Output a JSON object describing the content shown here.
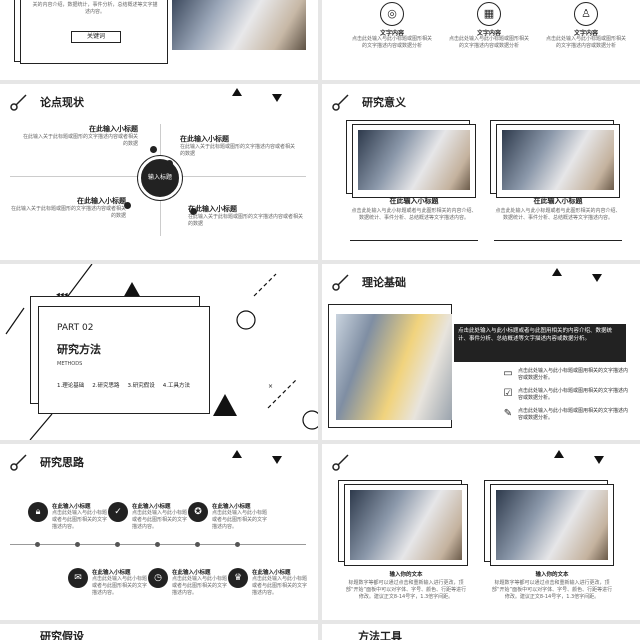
{
  "s1": {
    "text": "文字描述内容。点击此处输入与此小标题或者与此图用相关的内容介绍，数据统计，事件分析，总结概述等文字描述内容。",
    "button": "关键词"
  },
  "s2": {
    "items": [
      {
        "icon": "compass-icon",
        "title": "文字内容",
        "desc": "点击此处输入与此小标题或图形相关的文字描述内容或数据分析"
      },
      {
        "icon": "chart-icon",
        "title": "文字内容",
        "desc": "点击此处输入与此小标题或图形相关的文字描述内容或数据分析"
      },
      {
        "icon": "person-icon",
        "title": "文字内容",
        "desc": "点击此处输入与此小标题或图形相关的文字描述内容或数据分析"
      }
    ]
  },
  "s3": {
    "title": "论点现状",
    "center": "输入标题",
    "items": [
      {
        "title": "在此输入小标题",
        "desc": "在此输入关于此标题或图形的文字描述内容或者相关的数据"
      },
      {
        "title": "在此输入小标题",
        "desc": "在此输入关于此标题或图形的文字描述内容或者相关的数据"
      },
      {
        "title": "在此输入小标题",
        "desc": "在此输入关于此标题或图形的文字描述内容或者相关的数据"
      },
      {
        "title": "在此输入小标题",
        "desc": "在此输入关于此标题或图形的文字描述内容或者相关的数据"
      }
    ]
  },
  "s4": {
    "title": "研究意义",
    "cards": [
      {
        "title": "在此输入小标题",
        "desc": "点击此处输入与此小标题或者与此图形相关的内容介绍、数据统计、事件分析、总结概述等文字描述内容。"
      },
      {
        "title": "在此输入小标题",
        "desc": "点击此处输入与此小标题或者与此图形相关的内容介绍、数据统计、事件分析、总结概述等文字描述内容。"
      }
    ]
  },
  "s5": {
    "part": "PART 02",
    "title": "研究方法",
    "en": "METHODS",
    "items": [
      "1.理论基础",
      "2.研究思路",
      "3.研究假设",
      "4.工具方法"
    ]
  },
  "s6": {
    "title": "理论基础",
    "box": "点击此处输入与此小标题或者与此图用相关的内容介绍、数据统计、事件分析、总结概述等文字描述内容或数据分析。",
    "items": [
      {
        "icon": "monitor-icon",
        "text": "点击此处输入与此小标题或图用相关的文字描述内容或数据分析。"
      },
      {
        "icon": "checklist-icon",
        "text": "点击此处输入与此小标题或图用相关的文字描述内容或数据分析。"
      },
      {
        "icon": "pencil-icon",
        "text": "点击此处输入与此小标题或图用相关的文字描述内容或数据分析。"
      }
    ]
  },
  "s7": {
    "title": "研究思路",
    "top": [
      {
        "icon": "lock-icon",
        "title": "在此输入小标题",
        "desc": "点击此处输入与此小标题或者与此图形相关的文字描述内容。"
      },
      {
        "icon": "check-icon",
        "title": "在此输入小标题",
        "desc": "点击此处输入与此小标题或者与此图形相关的文字描述内容。"
      },
      {
        "icon": "badge-icon",
        "title": "在此输入小标题",
        "desc": "点击此处输入与此小标题或者与此图形相关的文字描述内容。"
      }
    ],
    "bottom": [
      {
        "icon": "chat-icon",
        "title": "在此输入小标题",
        "desc": "点击此处输入与此小标题或者与此图形相关的文字描述内容。"
      },
      {
        "icon": "stopwatch-icon",
        "title": "在此输入小标题",
        "desc": "点击此处输入与此小标题或者与此图形相关的文字描述内容。"
      },
      {
        "icon": "trophy-icon",
        "title": "在此输入小标题",
        "desc": "点击此处输入与此小标题或者与此图形相关的文字描述内容。"
      }
    ]
  },
  "s8": {
    "cards": [
      {
        "title": "输入你的文本",
        "desc": "标题数字等都可以通过点击和重新输入进行更改，顶部“开始”面板中可以对字体、字号、颜色、行距等进行修改。建议正文8-14号字，1.3倍字间距。"
      },
      {
        "title": "输入你的文本",
        "desc": "标题数字等都可以通过点击和重新输入进行更改，顶部“开始”面板中可以对字体、字号、颜色、行距等进行修改。建议正文8-14号字，1.3倍字间距。"
      }
    ]
  },
  "s9": {
    "title": "研究假设"
  },
  "s10": {
    "title": "方法工具"
  }
}
